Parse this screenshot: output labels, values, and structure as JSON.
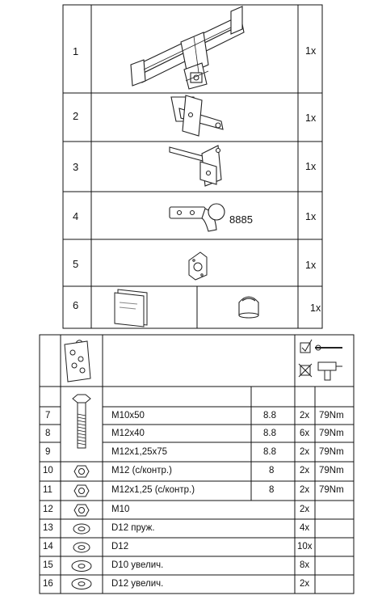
{
  "parts": [
    {
      "num": "1",
      "qty": "1x"
    },
    {
      "num": "2",
      "qty": "1x"
    },
    {
      "num": "3",
      "qty": "1x"
    },
    {
      "num": "4",
      "qty": "1x",
      "code": "8885"
    },
    {
      "num": "5",
      "qty": "1x"
    },
    {
      "num": "6",
      "qty": "1x"
    }
  ],
  "fasteners": [
    {
      "num": "7",
      "desc": "M10x50",
      "grade": "8.8",
      "qty": "2x",
      "torque": "79Nm"
    },
    {
      "num": "8",
      "desc": "M12x40",
      "grade": "8.8",
      "qty": "6x",
      "torque": "79Nm"
    },
    {
      "num": "9",
      "desc": "M12x1,25x75",
      "grade": "8.8",
      "qty": "2x",
      "torque": "79Nm"
    },
    {
      "num": "10",
      "desc": "M12 (с/контр.)",
      "grade": "8",
      "qty": "2x",
      "torque": "79Nm"
    },
    {
      "num": "11",
      "desc": "M12x1,25 (с/контр.)",
      "grade": "8",
      "qty": "2x",
      "torque": "79Nm"
    },
    {
      "num": "12",
      "desc": "M10",
      "grade": "",
      "qty": "2x",
      "torque": ""
    },
    {
      "num": "13",
      "desc": "D12 пруж.",
      "grade": "",
      "qty": "4x",
      "torque": ""
    },
    {
      "num": "14",
      "desc": "D12",
      "grade": "",
      "qty": "10x",
      "torque": ""
    },
    {
      "num": "15",
      "desc": "D10 увелич.",
      "grade": "",
      "qty": "8x",
      "torque": ""
    },
    {
      "num": "16",
      "desc": "D12 увелич.",
      "grade": "",
      "qty": "2x",
      "torque": ""
    }
  ]
}
